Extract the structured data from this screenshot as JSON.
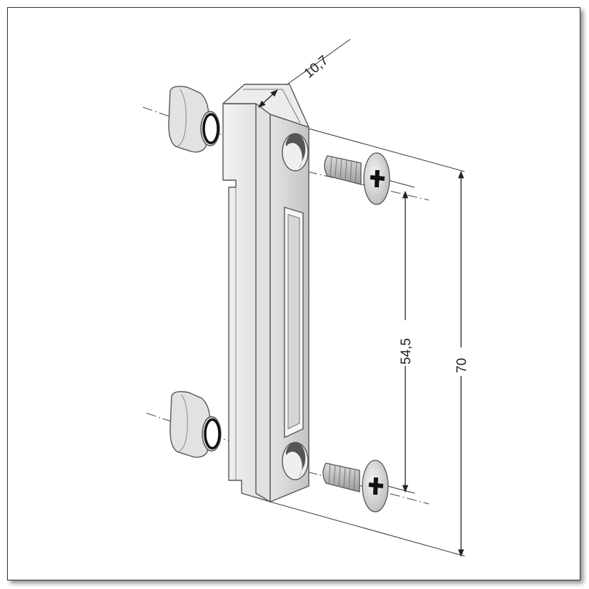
{
  "dimensions": {
    "width": "10,7",
    "hole_spacing": "54,5",
    "total_height": "70"
  },
  "colors": {
    "metal_light": "#e6e6e6",
    "metal_mid": "#cfcfcf",
    "metal_dark": "#9a9a9a",
    "outline": "#555555",
    "line": "#333333"
  }
}
